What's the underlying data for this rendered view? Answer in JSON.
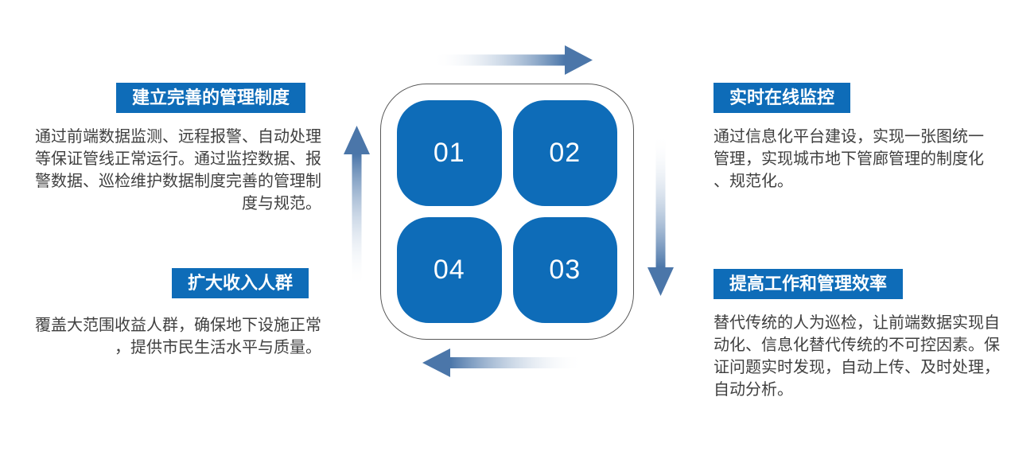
{
  "colors": {
    "primary_blue": "#0E6CB8",
    "arrow_steel_blue": "#4B76A9",
    "paragraph_text": "#3F3F3F",
    "badge_text": "#FFFFFF",
    "frame_border": "#595959"
  },
  "center_matrix": {
    "tiles": [
      {
        "number": "01"
      },
      {
        "number": "02"
      },
      {
        "number": "04"
      },
      {
        "number": "03"
      }
    ]
  },
  "arrows": {
    "top": {
      "icon": "arrow-right-icon",
      "direction": "right"
    },
    "right": {
      "icon": "arrow-down-icon",
      "direction": "down"
    },
    "bottom": {
      "icon": "arrow-left-icon",
      "direction": "left"
    },
    "left": {
      "icon": "arrow-up-icon",
      "direction": "up"
    }
  },
  "blocks": {
    "top_left": {
      "title": "建立完善的管理制度",
      "lines": [
        "通过前端数据监测、远程报警、自动处理",
        "等保证管线正常运行。通过监控数据、报",
        "警数据、巡检维护数据制度完善的管理制",
        "度与规范。"
      ]
    },
    "bottom_left": {
      "title": "扩大收入人群",
      "lines": [
        "覆盖大范围收益人群，确保地下设施正常",
        "，提供市民生活水平与质量。"
      ]
    },
    "top_right": {
      "title": "实时在线监控",
      "lines": [
        "通过信息化平台建设，实现一张图统一",
        "管理，实现城市地下管廊管理的制度化",
        "、规范化。"
      ]
    },
    "bottom_right": {
      "title": "提高工作和管理效率",
      "lines": [
        "替代传统的人为巡检，让前端数据实现自",
        "动化、信息化替代传统的不可控因素。保",
        "证问题实时发现，自动上传、及时处理，",
        "自动分析。"
      ]
    }
  }
}
